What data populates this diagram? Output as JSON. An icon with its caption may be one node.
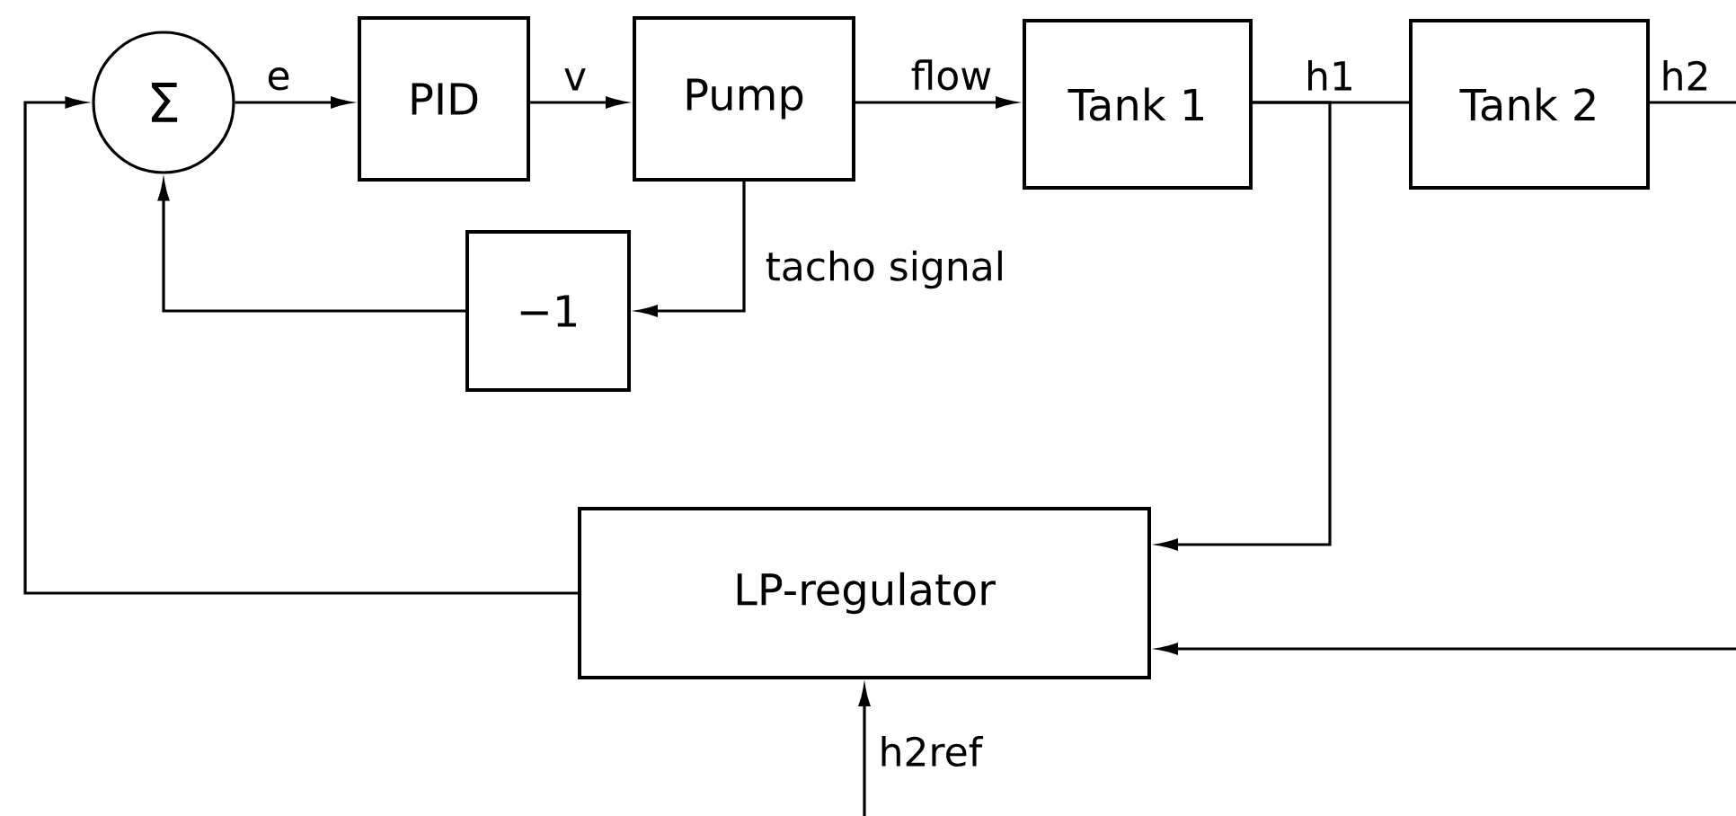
{
  "diagram": {
    "nodes": [
      {
        "text": [
          "Σ"
        ]
      },
      {
        "text": [
          "PID"
        ]
      },
      {
        "text": [
          "Pump"
        ]
      },
      {
        "text": [
          "Tank 1"
        ]
      },
      {
        "text": [
          "Tank 2"
        ]
      },
      {
        "text": [
          "−1"
        ]
      },
      {
        "text": [
          "LP-regulator"
        ]
      }
    ],
    "edges": [
      {
        "from": 0,
        "to": 1,
        "arrow": "to",
        "label": "e"
      },
      {
        "from": 1,
        "to": 2,
        "arrow": "to",
        "label": "v"
      },
      {
        "from": 2,
        "to": 3,
        "arrow": "to",
        "label": "flow"
      },
      {
        "from": 3,
        "to": 4,
        "arrow": "none",
        "label": "h1"
      },
      {
        "from": 3,
        "to": 6,
        "arrow": "to"
      },
      {
        "from": 4,
        "to": null,
        "arrow": "none",
        "label": "h2"
      },
      {
        "from": null,
        "to": 6,
        "arrow": "to"
      },
      {
        "from": 2,
        "to": 5,
        "arrow": "to",
        "label": "tacho signal"
      },
      {
        "from": 5,
        "to": 0,
        "arrow": "to"
      },
      {
        "from": 6,
        "to": 0,
        "arrow": "to"
      },
      {
        "from": null,
        "to": 6,
        "arrow": "to",
        "label": "h2ref"
      }
    ]
  }
}
